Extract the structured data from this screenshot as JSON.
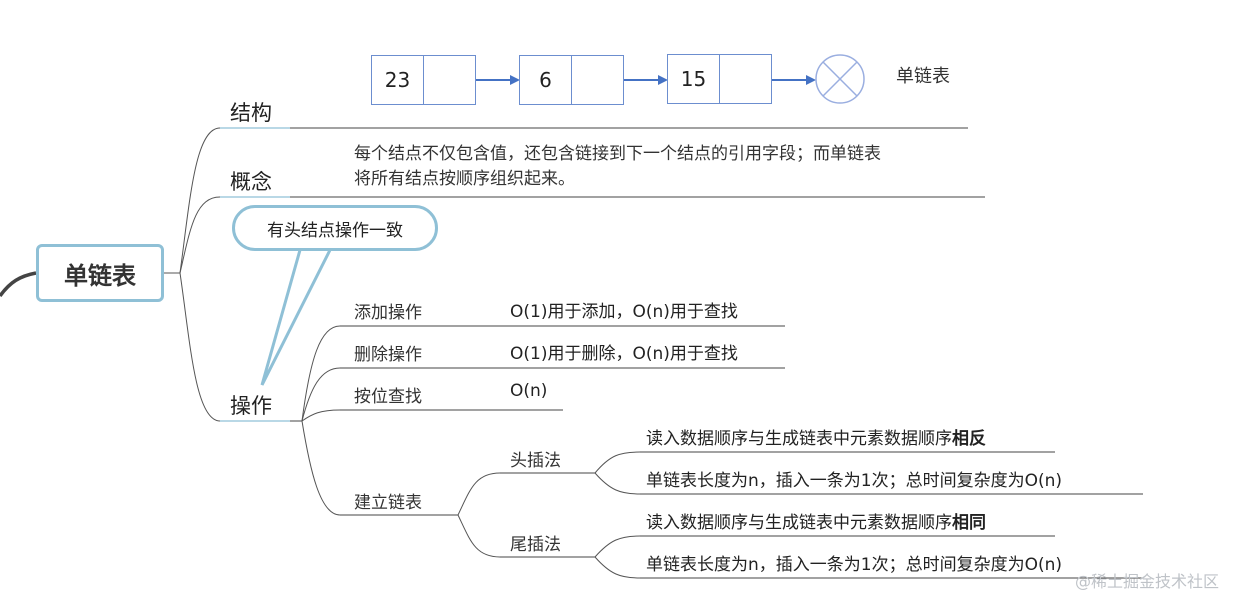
{
  "root": {
    "label": "单链表"
  },
  "diagram": {
    "nodes": [
      {
        "value": "23"
      },
      {
        "value": "6"
      },
      {
        "value": "15"
      }
    ],
    "null_symbol": "null-terminator",
    "caption": "单链表",
    "colors": {
      "node_border": "#6c8ecf",
      "arrow": "#4472c4",
      "root_border": "#8fc0d6",
      "branch_line": "#555555"
    }
  },
  "branches": {
    "structure": {
      "label": "结构"
    },
    "concept": {
      "label": "概念",
      "line1": "每个结点不仅包含值，还包含链接到下一个结点的引用字段；而单链表",
      "line2": "将所有结点按顺序组织起来。"
    },
    "operations": {
      "label": "操作",
      "callout": "有头结点操作一致",
      "items": [
        {
          "label": "添加操作",
          "detail": "O(1)用于添加，O(n)用于查找"
        },
        {
          "label": "删除操作",
          "detail": "O(1)用于删除，O(n)用于查找"
        },
        {
          "label": "按位查找",
          "detail": "O(n)"
        }
      ],
      "build": {
        "label": "建立链表",
        "methods": [
          {
            "label": "头插法",
            "order_text": "读入数据顺序与生成链表中元素数据顺序",
            "order_emphasis": "相反",
            "complexity": "单链表长度为n，插入一条为1次；总时间复杂度为O(n)"
          },
          {
            "label": "尾插法",
            "order_text": "读入数据顺序与生成链表中元素数据顺序",
            "order_emphasis": "相同",
            "complexity": "单链表长度为n，插入一条为1次；总时间复杂度为O(n)"
          }
        ]
      }
    }
  },
  "watermark": "@稀土掘金技术社区"
}
